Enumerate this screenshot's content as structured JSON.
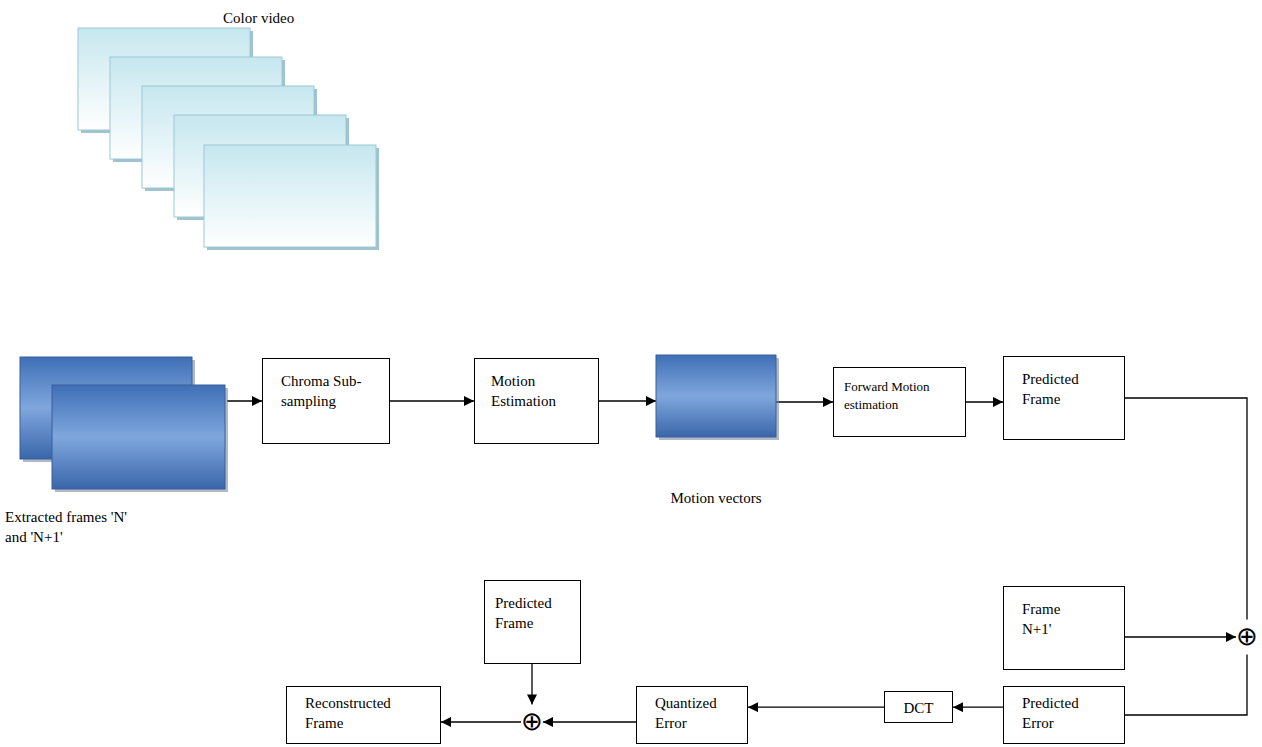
{
  "diagram": {
    "nodes": [
      {
        "text": [
          "Extracted frames 'N' and 'N+1'"
        ]
      },
      {
        "text": [
          "Chroma Sub-sampling"
        ]
      },
      {
        "text": [
          "Motion Estimation"
        ]
      },
      {
        "text": [
          "Motion vectors"
        ]
      },
      {
        "text": [
          "Forward Motion estimation"
        ]
      },
      {
        "text": [
          "Predicted Frame"
        ]
      },
      {
        "text": [
          "Frame N+1'"
        ]
      },
      {
        "text": [
          "⊕"
        ]
      },
      {
        "text": [
          "Predicted Error"
        ]
      },
      {
        "text": [
          "DCT"
        ]
      },
      {
        "text": [
          "Quantized Error"
        ]
      },
      {
        "text": [
          "Predicted Frame"
        ]
      },
      {
        "text": [
          "⊕"
        ]
      },
      {
        "text": [
          "Reconstructed Frame"
        ]
      }
    ],
    "edges": [
      {
        "from": 0,
        "to": 1,
        "arrow": "to"
      },
      {
        "from": 1,
        "to": 2,
        "arrow": "to"
      },
      {
        "from": 2,
        "to": 3,
        "arrow": "to"
      },
      {
        "from": 3,
        "to": 4,
        "arrow": "to"
      },
      {
        "from": 4,
        "to": 5,
        "arrow": "to"
      },
      {
        "from": 5,
        "to": 7,
        "arrow": "none"
      },
      {
        "from": 6,
        "to": 7,
        "arrow": "to"
      },
      {
        "from": 7,
        "to": 8,
        "arrow": "none"
      },
      {
        "from": 8,
        "to": 9,
        "arrow": "to"
      },
      {
        "from": 9,
        "to": 10,
        "arrow": "to"
      },
      {
        "from": 10,
        "to": 12,
        "arrow": "to"
      },
      {
        "from": 11,
        "to": 12,
        "arrow": "to"
      },
      {
        "from": 12,
        "to": 13,
        "arrow": "to"
      }
    ],
    "labels": [
      "Color video"
    ]
  }
}
